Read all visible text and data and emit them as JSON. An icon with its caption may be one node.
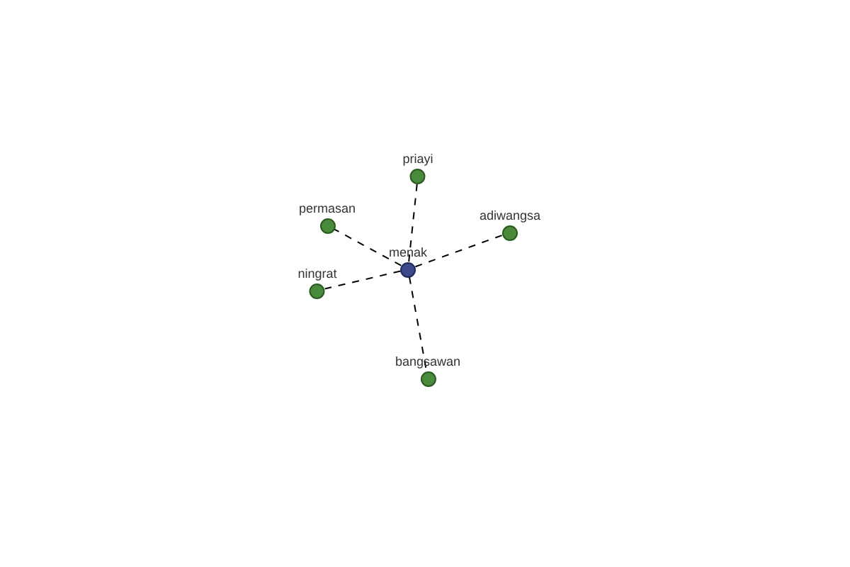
{
  "diagram": {
    "nodes": [
      {
        "text": [
          "menak"
        ]
      },
      {
        "text": [
          "priayi"
        ]
      },
      {
        "text": [
          "permasan"
        ]
      },
      {
        "text": [
          "adiwangsa"
        ]
      },
      {
        "text": [
          "ningrat"
        ]
      },
      {
        "text": [
          "bangsawan"
        ]
      }
    ],
    "edges": [
      {
        "from": 0,
        "to": 1,
        "arrow": "none",
        "style": "dashed"
      },
      {
        "from": 0,
        "to": 2,
        "arrow": "none",
        "style": "dashed"
      },
      {
        "from": 0,
        "to": 3,
        "arrow": "none",
        "style": "dashed"
      },
      {
        "from": 0,
        "to": 4,
        "arrow": "none",
        "style": "dashed"
      },
      {
        "from": 0,
        "to": 5,
        "arrow": "none",
        "style": "dashed"
      }
    ]
  }
}
